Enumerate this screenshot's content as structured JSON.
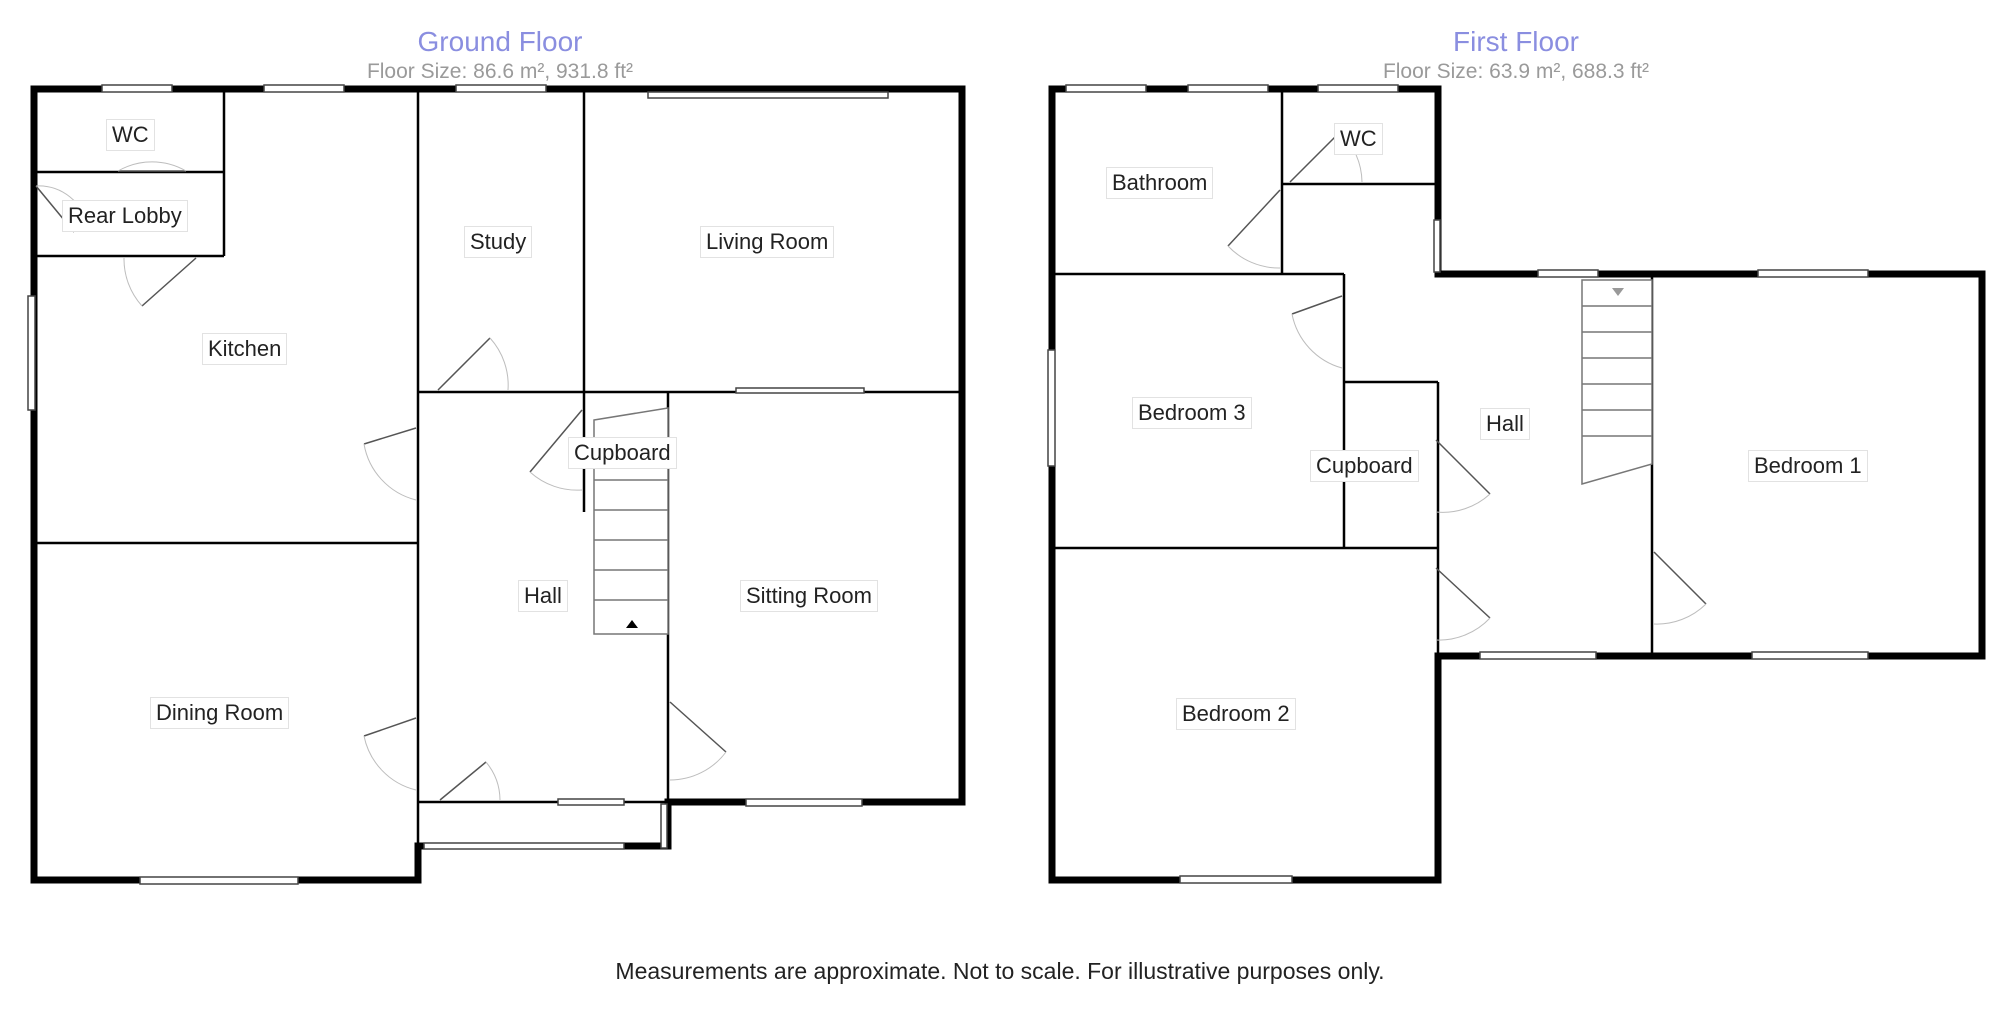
{
  "ground_floor": {
    "title": "Ground Floor",
    "floor_size": "Floor Size: 86.6 m², 931.8 ft²",
    "rooms": {
      "wc": "WC",
      "rear_lobby": "Rear Lobby",
      "kitchen": "Kitchen",
      "study": "Study",
      "living_room": "Living Room",
      "cupboard": "Cupboard",
      "hall": "Hall",
      "sitting_room": "Sitting Room",
      "dining_room": "Dining Room"
    }
  },
  "first_floor": {
    "title": "First Floor",
    "floor_size": "Floor Size: 63.9 m², 688.3 ft²",
    "rooms": {
      "bathroom": "Bathroom",
      "wc": "WC",
      "bedroom_3": "Bedroom 3",
      "cupboard": "Cupboard",
      "hall": "Hall",
      "bedroom_1": "Bedroom 1",
      "bedroom_2": "Bedroom 2"
    }
  },
  "disclaimer": "Measurements are approximate. Not to scale. For illustrative purposes only.",
  "colors": {
    "title": "#8a8ee0",
    "subtitle": "#9a9a9a",
    "wall": "#000000"
  }
}
